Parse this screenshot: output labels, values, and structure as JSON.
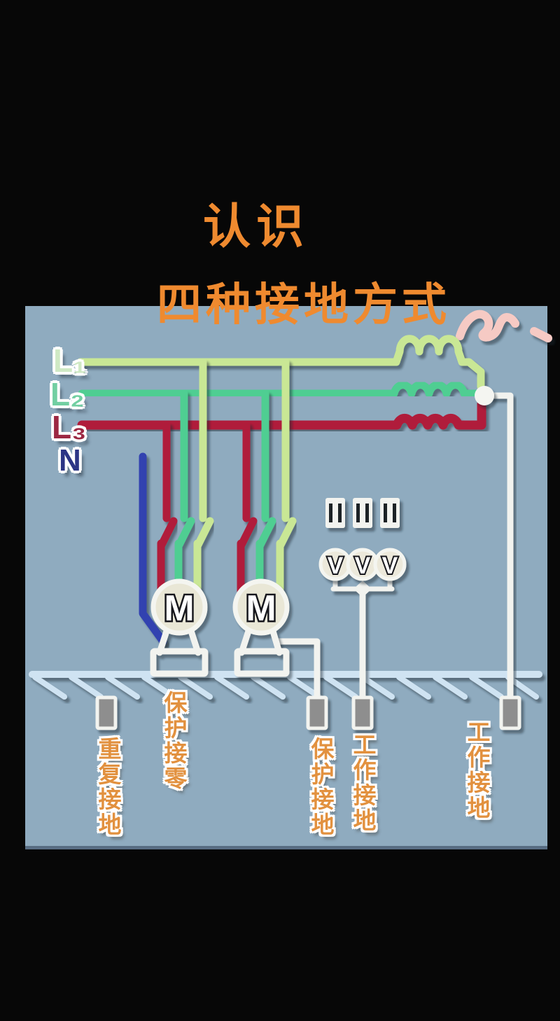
{
  "title": {
    "line1": "认识",
    "line2": "四种接地方式"
  },
  "diagram": {
    "bus_labels": [
      {
        "id": "L1",
        "label": "L₁",
        "color": "#cfe9c4",
        "wire_color": "#c9e795"
      },
      {
        "id": "L2",
        "label": "L₂",
        "color": "#72cfa2",
        "wire_color": "#4fce92"
      },
      {
        "id": "L3",
        "label": "L₃",
        "color": "#9c2742",
        "wire_color": "#b01f3a"
      },
      {
        "id": "N",
        "label": "N",
        "color": "#2c3585",
        "wire_color": "#3342b0"
      }
    ],
    "motor_label": "M",
    "voltmeter_label": "V",
    "ground_labels": [
      {
        "id": "repeated-grounding",
        "text": "重复接地"
      },
      {
        "id": "protective-neutral-bonding",
        "text": "保护接零"
      },
      {
        "id": "protective-earthing",
        "text": "保护接地"
      },
      {
        "id": "working-earthing-1",
        "text": "工作接地"
      },
      {
        "id": "working-earthing-2",
        "text": "工作接地"
      }
    ],
    "colors": {
      "background": "#070707",
      "panel": "#8fabbf",
      "wire_white": "#f2f3ef",
      "ground_bus": "#cfe3f2",
      "electrode_gray": "#8e8e8e",
      "motor_face": "#e9e7d6",
      "title_orange": "#ef8a2f",
      "label_orange": "#e2913f",
      "squiggle_pink": "#f6cac4"
    }
  }
}
